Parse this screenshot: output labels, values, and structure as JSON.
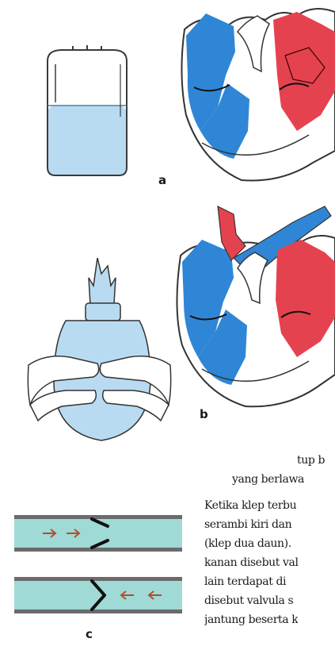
{
  "figure": {
    "labels": {
      "a": "a",
      "b": "b",
      "c": "c"
    }
  },
  "text": {
    "fragment_1": "tup b",
    "fragment_2": "yang berlawa",
    "lines": [
      "Ketika klep terbu",
      "serambi kiri dan",
      "(klep dua daun).",
      "kanan disebut val",
      "lain  terdapat  di",
      "disebut valvula s",
      "jantung beserta k"
    ]
  },
  "colors": {
    "heart_blue": "#2f86d6",
    "heart_red": "#e5424f",
    "water": "#b9dbf2",
    "vessel_fill": "#9fdad6",
    "vessel_wall": "#6b6b6b",
    "arrow": "#b0502a"
  }
}
